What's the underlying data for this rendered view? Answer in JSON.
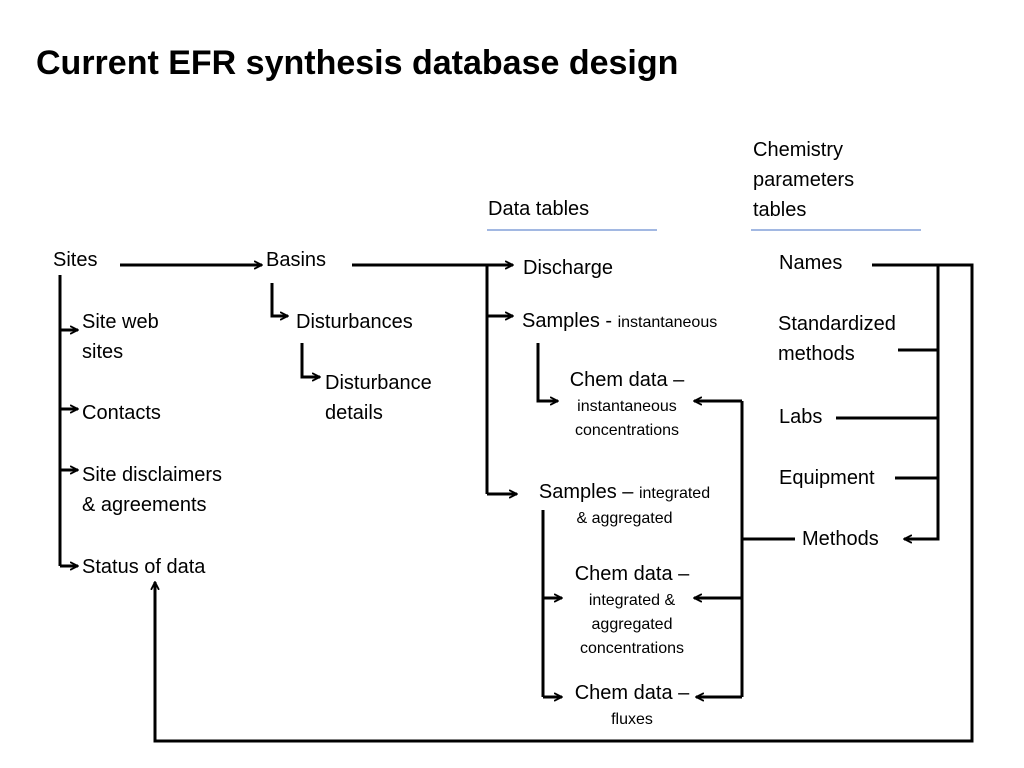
{
  "title": "Current EFR synthesis database design",
  "colors": {
    "header_rule": "#4472c4",
    "line": "#000000"
  },
  "headers": {
    "data_tables": "Data tables",
    "chemistry": [
      "Chemistry",
      "parameters",
      "tables"
    ]
  },
  "nodes": {
    "sites": "Sites",
    "site_web_sites": [
      "Site web",
      "sites"
    ],
    "contacts": "Contacts",
    "site_disclaimers": [
      "Site disclaimers",
      "& agreements"
    ],
    "status_of_data": "Status of data",
    "basins": "Basins",
    "disturbances": "Disturbances",
    "disturbance_details": [
      "Disturbance",
      "details"
    ],
    "discharge": "Discharge",
    "samples_inst": {
      "main": "Samples - ",
      "detail": "instantaneous"
    },
    "chem_inst": {
      "main": "Chem data –",
      "detail": [
        "instantaneous",
        "concentrations"
      ]
    },
    "samples_int": {
      "main": "Samples – ",
      "detail": [
        "integrated",
        "& aggregated"
      ]
    },
    "chem_int": {
      "main": "Chem data –",
      "detail": [
        "integrated &",
        "aggregated",
        "concentrations"
      ]
    },
    "chem_flux": {
      "main": "Chem data –",
      "detail": "fluxes"
    },
    "names": "Names",
    "standardized_methods": [
      "Standardized",
      "methods"
    ],
    "labs": "Labs",
    "equipment": "Equipment",
    "methods": "Methods"
  }
}
